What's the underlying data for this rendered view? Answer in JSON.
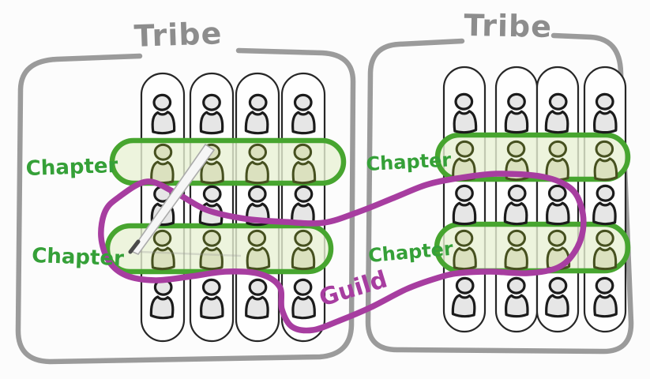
{
  "labels": {
    "tribe": "Tribe",
    "chapter": "Chapter",
    "guild": "Guild"
  },
  "tribes": [
    {
      "label": "Tribe",
      "squad_count": 4,
      "members_per_squad": 5,
      "chapters": [
        {
          "label": "Chapter",
          "row": 2
        },
        {
          "label": "Chapter",
          "row": 4
        }
      ]
    },
    {
      "label": "Tribe",
      "squad_count": 4,
      "members_per_squad": 5,
      "chapters": [
        {
          "label": "Chapter",
          "row": 2
        },
        {
          "label": "Chapter",
          "row": 4
        }
      ]
    }
  ],
  "guild": {
    "label": "Guild",
    "spans_tribes": 2
  },
  "colors": {
    "tribe_border": "#9b9b9b",
    "tribe_label": "#8d8d8d",
    "squad_outline": "#262626",
    "chapter_outline": "#47a52f",
    "chapter_fill": "#e9f1d4",
    "chapter_label": "#35a038",
    "chapter_person": "#46501f",
    "chapter_person_fill": "#dbe1bf",
    "guild": "#a73da0",
    "person_outline": "#1b1b1b",
    "person_fill": "#e6e6e6",
    "background": "#fcfcfc"
  }
}
